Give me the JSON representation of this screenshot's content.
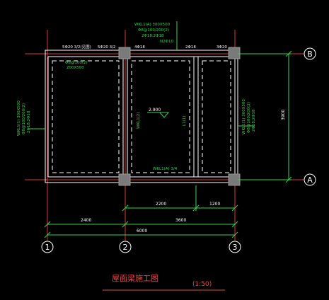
{
  "colors": {
    "background": "#000000",
    "grid_axis": "#d23c3c",
    "dimension": "#19d24b",
    "beam": "#ffffff",
    "beam_label": "#3cd250",
    "column": "#7a7a7a",
    "title": "#e34a4a"
  },
  "axes": {
    "col_1": "1",
    "col_2": "2",
    "col_3": "3",
    "row_a": "A",
    "row_b": "B"
  },
  "dimensions": {
    "bottom_2400": "2400",
    "bottom_3600": "3600",
    "bottom_total": "6000",
    "mid_2200": "2200",
    "mid_1200": "1200",
    "right_3900": "3900"
  },
  "beam_labels": {
    "top_note_line1": "WKL1(A) 300X500",
    "top_note_line2": "Φ8@100/200(2)",
    "top_note_line3": "2Φ18:2Φ18",
    "top_note_line4": "N2Φ10",
    "top_left_span": "5Φ20 3/2(见图)",
    "top_mid_span": "5Φ20 3/2",
    "top_right_span": "3Φ20",
    "top_seg_a": "4Φ18",
    "top_seg_b": "2Φ18",
    "left_inner_1": "Φ8@100(2)",
    "left_inner_2": "200X500",
    "left_beam_1": "WKL1(1) 300X500",
    "left_beam_2": "Φ8@100/200(2)",
    "left_beam_3": "2Φ18;2Φ18",
    "right_beam_1": "WKL1(1) 300X500",
    "right_beam_2": "Φ8@100/200(2)",
    "right_beam_3": "2Φ18;2Φ18",
    "mid_vert_1": "WKL1(2)",
    "mid_vert_2": "L1(1)",
    "bottom_inner": "WKL1(A) 3/4",
    "elevation": "2.900"
  },
  "title": {
    "main": "屋面梁施工图",
    "scale": "(1:50)"
  }
}
